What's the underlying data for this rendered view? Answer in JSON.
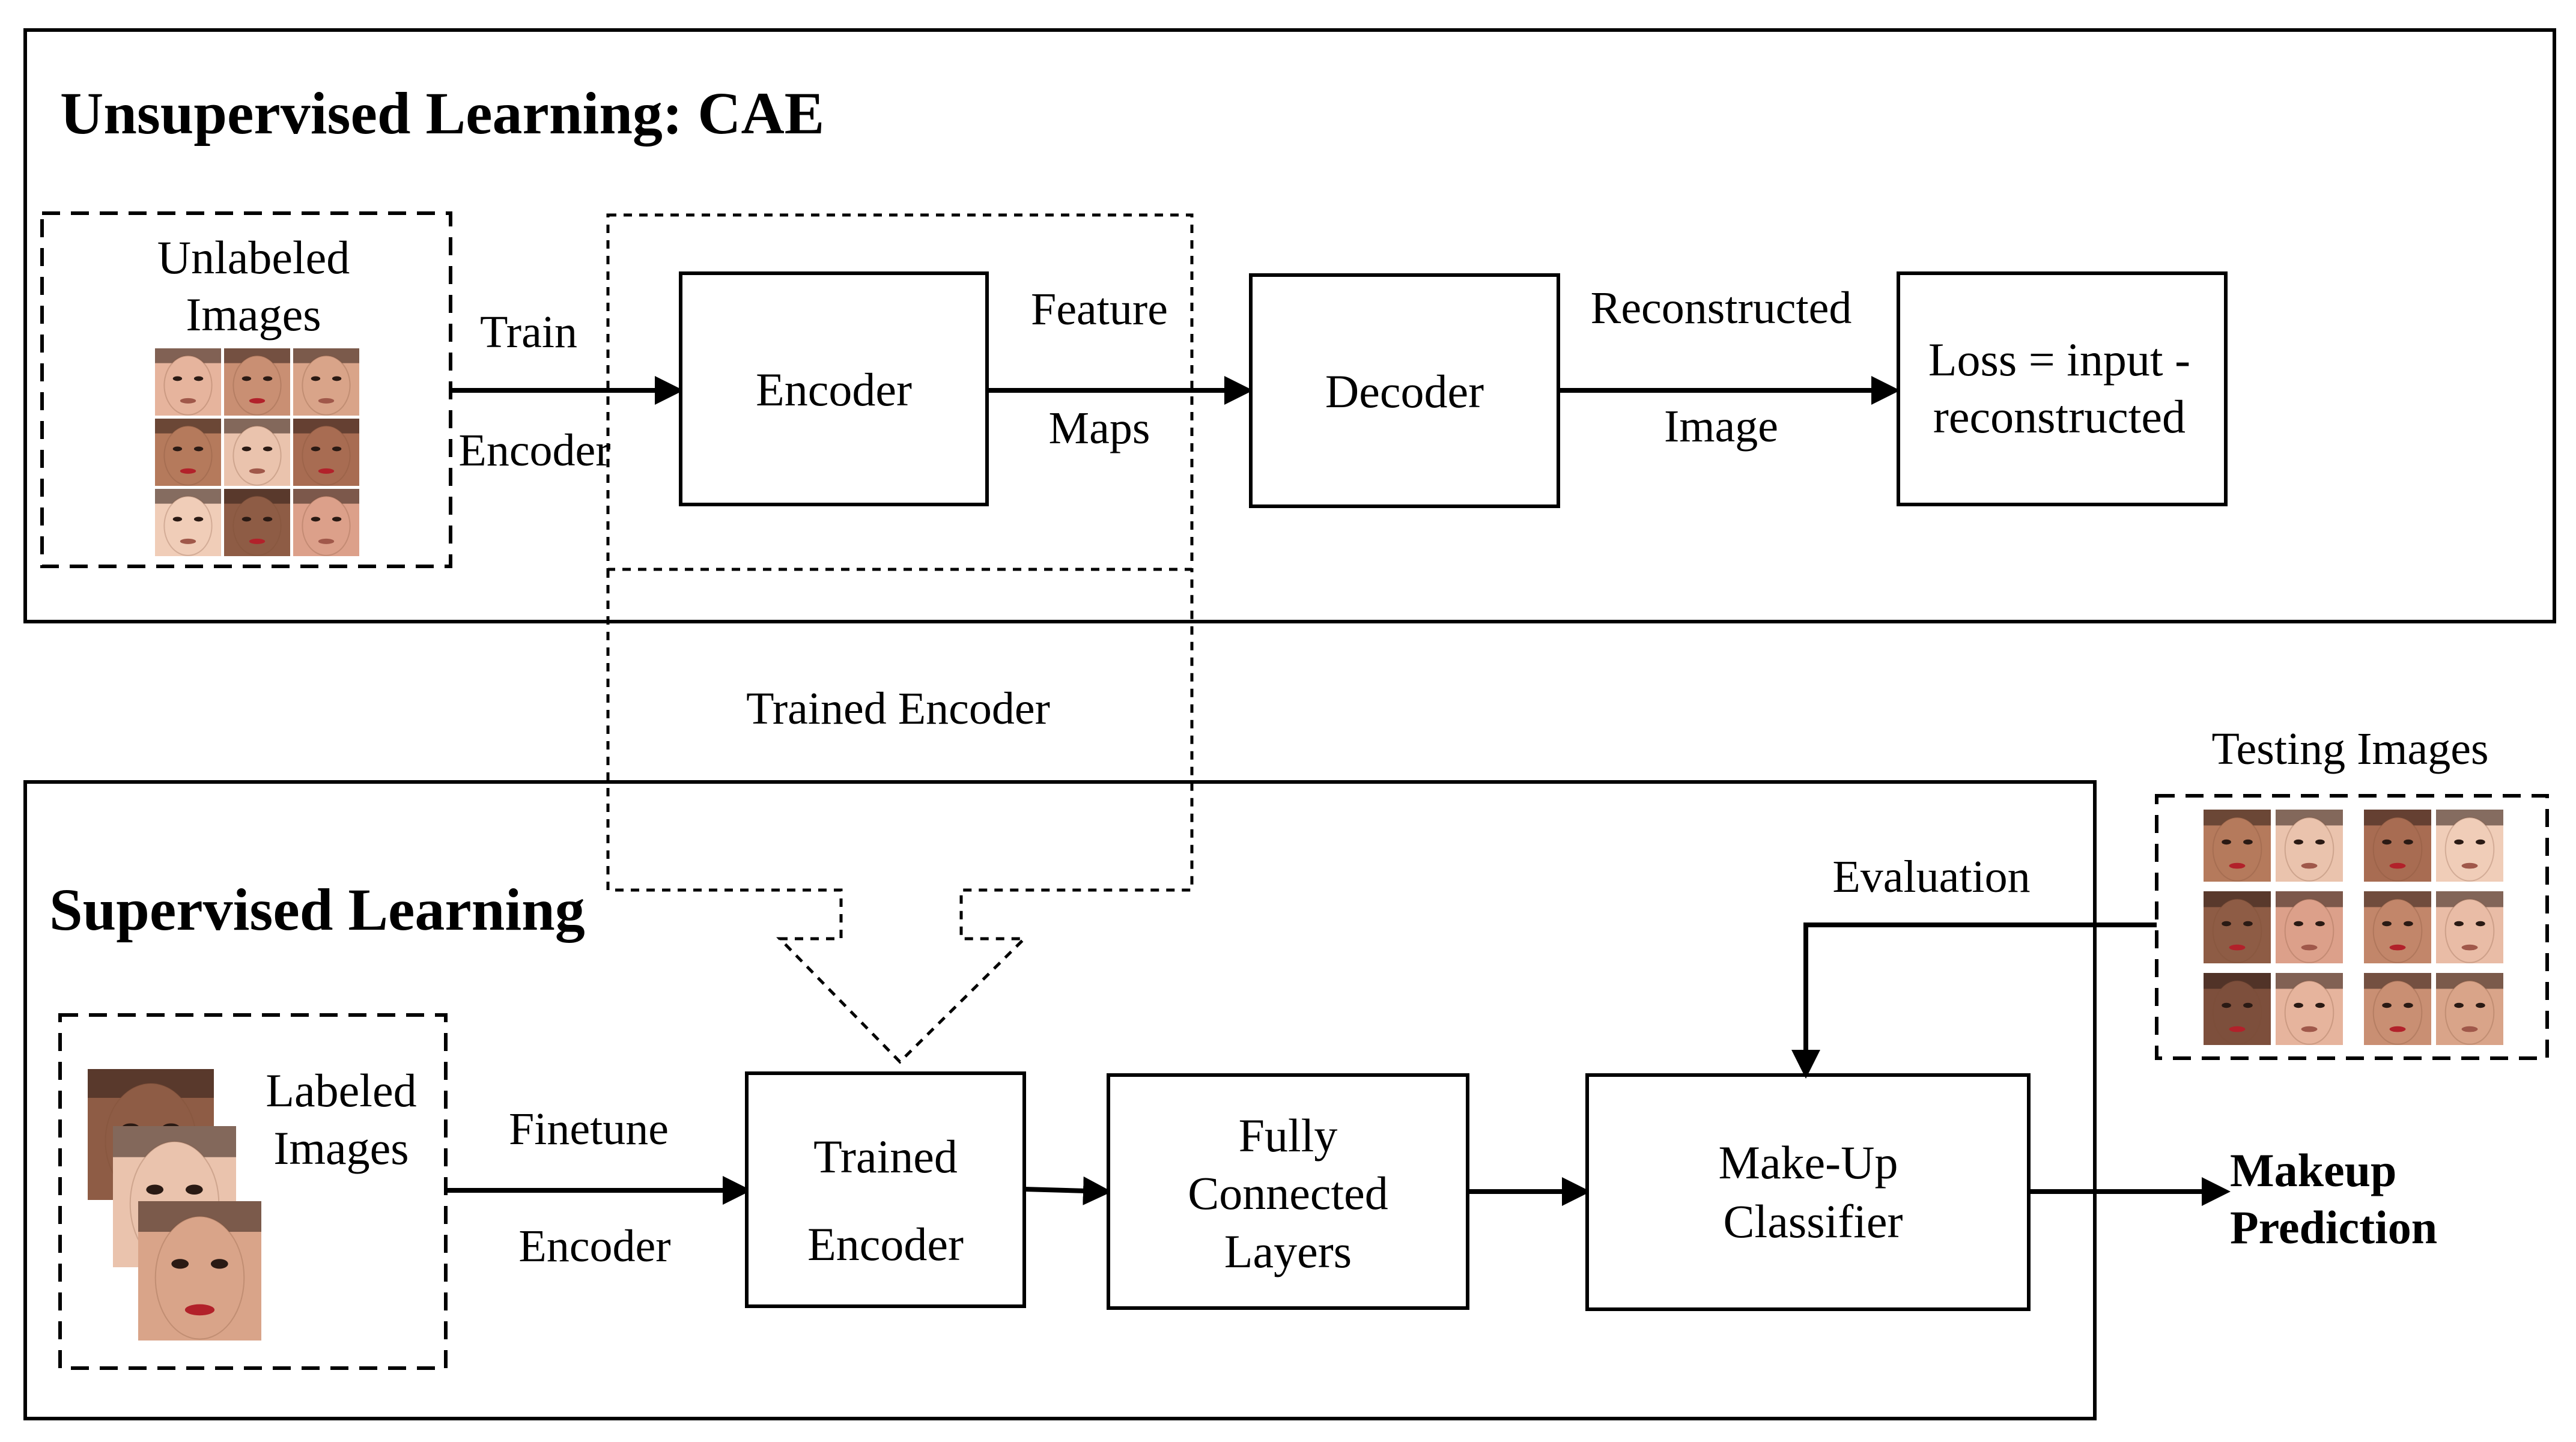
{
  "unsupervised": {
    "title": "Unsupervised Learning: CAE",
    "unlabeled_images": [
      "Unlabeled",
      "Images"
    ],
    "edge_train_encoder": [
      "Train",
      "Encoder"
    ],
    "encoder": "Encoder",
    "edge_feature_maps": [
      "Feature",
      "Maps"
    ],
    "decoder": "Decoder",
    "edge_reconstructed_image": [
      "Reconstructed",
      "Image"
    ],
    "loss": [
      "Loss = input -",
      "reconstructed"
    ]
  },
  "transfer": {
    "label": "Trained Encoder"
  },
  "supervised": {
    "title": "Supervised Learning",
    "labeled_images": [
      "Labeled",
      "Images"
    ],
    "edge_finetune_encoder": [
      "Finetune",
      "Encoder"
    ],
    "trained_encoder": [
      "Trained",
      "Encoder"
    ],
    "fully_connected": [
      "Fully",
      "Connected",
      "Layers"
    ],
    "classifier": [
      "Make-Up",
      "Classifier"
    ],
    "output": [
      "Makeup",
      "Prediction"
    ]
  },
  "testing": {
    "title": "Testing Images",
    "edge_evaluation": "Evaluation"
  },
  "colors": {
    "skin_tones": [
      "#e6b49d",
      "#c98f73",
      "#d9a489",
      "#b57a5c",
      "#eac3ad",
      "#a86c52",
      "#f0cdb8",
      "#8e5c45",
      "#dca08a",
      "#c2866a",
      "#e9bca6",
      "#7d4f3c"
    ],
    "lip_red": "#b2212a",
    "hair_dark": "#2e1e17"
  }
}
